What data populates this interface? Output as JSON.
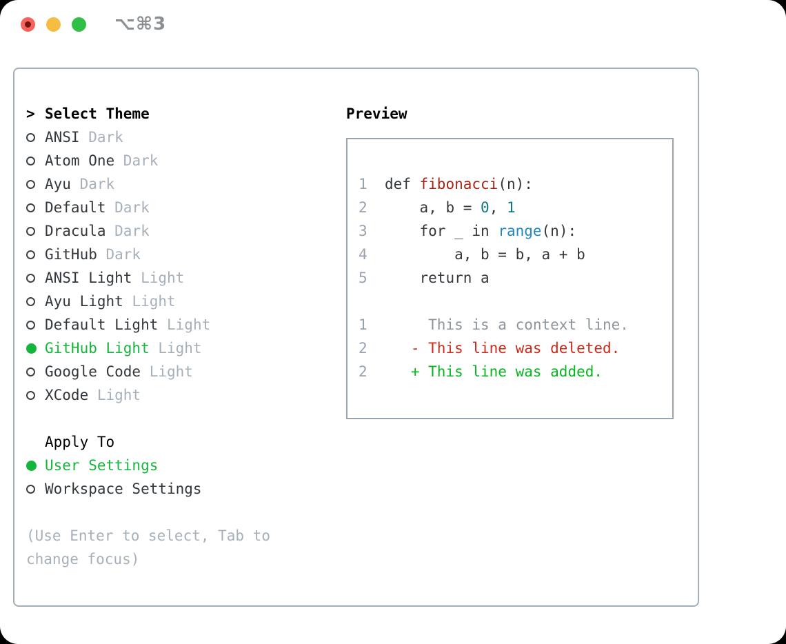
{
  "titlebar": {
    "shortcut": "⌥⌘3"
  },
  "window_controls": [
    {
      "name": "close"
    },
    {
      "name": "minimize"
    },
    {
      "name": "zoom"
    }
  ],
  "theme_picker": {
    "header": {
      "cursor": ">",
      "label": "Select Theme"
    },
    "themes": [
      {
        "name": "ANSI",
        "variant": "Dark",
        "selected": false
      },
      {
        "name": "Atom One",
        "variant": "Dark",
        "selected": false
      },
      {
        "name": "Ayu",
        "variant": "Dark",
        "selected": false
      },
      {
        "name": "Default",
        "variant": "Dark",
        "selected": false
      },
      {
        "name": "Dracula",
        "variant": "Dark",
        "selected": false
      },
      {
        "name": "GitHub",
        "variant": "Dark",
        "selected": false
      },
      {
        "name": "ANSI Light",
        "variant": "Light",
        "selected": false
      },
      {
        "name": "Ayu Light",
        "variant": "Light",
        "selected": false
      },
      {
        "name": "Default Light",
        "variant": "Light",
        "selected": false
      },
      {
        "name": "GitHub Light",
        "variant": "Light",
        "selected": true
      },
      {
        "name": "Google Code",
        "variant": "Light",
        "selected": false
      },
      {
        "name": "XCode",
        "variant": "Light",
        "selected": false
      }
    ],
    "apply_to": {
      "label": "Apply To",
      "options": [
        {
          "name": "User Settings",
          "selected": true
        },
        {
          "name": "Workspace Settings",
          "selected": false
        }
      ]
    },
    "hint": "(Use Enter to select, Tab to change focus)"
  },
  "preview": {
    "label": "Preview",
    "lines": [
      [
        {
          "t": "1",
          "c": "num"
        },
        {
          "t": "  def ",
          "c": "code"
        },
        {
          "t": "fibonacci",
          "c": "fn"
        },
        {
          "t": "(n):",
          "c": "code"
        }
      ],
      [
        {
          "t": "2",
          "c": "num"
        },
        {
          "t": "      a, b = ",
          "c": "code"
        },
        {
          "t": "0",
          "c": "lit"
        },
        {
          "t": ", ",
          "c": "code"
        },
        {
          "t": "1",
          "c": "lit"
        }
      ],
      [
        {
          "t": "3",
          "c": "num"
        },
        {
          "t": "      for _ in ",
          "c": "code"
        },
        {
          "t": "range",
          "c": "blue"
        },
        {
          "t": "(n):",
          "c": "code"
        }
      ],
      [
        {
          "t": "4",
          "c": "num"
        },
        {
          "t": "          a, b = b, a + b",
          "c": "code"
        }
      ],
      [
        {
          "t": "5",
          "c": "num"
        },
        {
          "t": "      return a",
          "c": "code"
        }
      ],
      [],
      [
        {
          "t": "1",
          "c": "num"
        },
        {
          "t": "       This is a context line.",
          "c": "ctx"
        }
      ],
      [
        {
          "t": "2",
          "c": "num"
        },
        {
          "t": "     ",
          "c": "code"
        },
        {
          "t": "- This line was deleted.",
          "c": "del"
        }
      ],
      [
        {
          "t": "2",
          "c": "num"
        },
        {
          "t": "     ",
          "c": "code"
        },
        {
          "t": "+ This line was added.",
          "c": "add"
        }
      ]
    ]
  },
  "colors": {
    "selected_green": "#15b43c",
    "added_green": "#06b61e",
    "deleted_red": "#cb2b1a",
    "function_red": "#a82315",
    "literal_teal": "#10797f",
    "builtin_blue": "#2086c5",
    "muted_gray": "#a6b0ba",
    "context_gray": "#8b959e",
    "line_number_gray": "#97a2b0",
    "code_text": "#33383e",
    "item_text": "#31373d",
    "border_gray": "#a4aeb8",
    "traffic_red": "#f4645c",
    "traffic_yellow": "#f5bd41",
    "traffic_green": "#32bf47"
  }
}
